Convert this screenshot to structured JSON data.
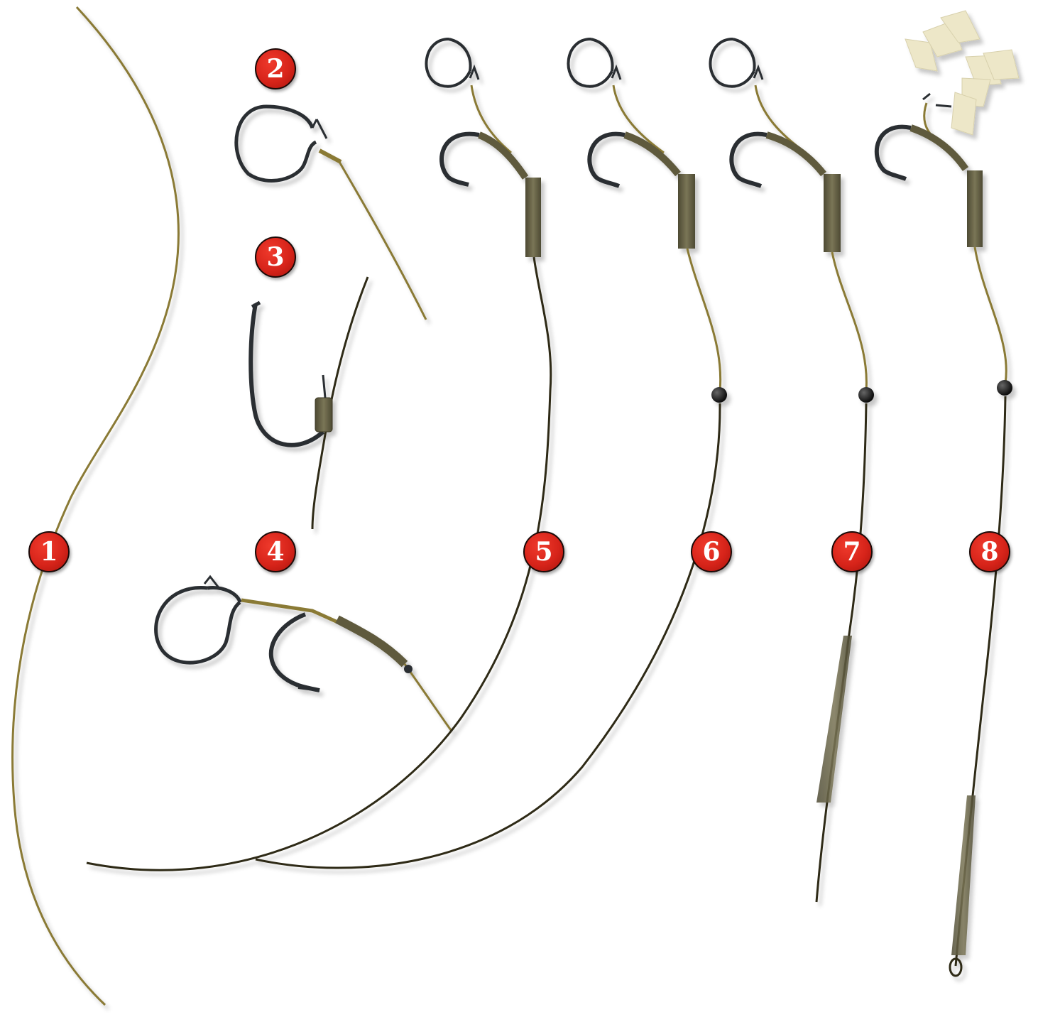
{
  "step_numbers": [
    "1",
    "2",
    "3",
    "4",
    "5",
    "6",
    "7",
    "8"
  ],
  "colors": {
    "badge_fill": "#d7241a",
    "badge_text": "#ffffff",
    "hooklink": "#8a7a35",
    "hook_metal": "#2b2f33",
    "shrink_tube": "#5f5a3c",
    "bead": "#111111",
    "tail_rubber": "#6d6a58",
    "pop_up_bait": "#ede7c8"
  },
  "icons": [
    "hair-rig-ring-icon",
    "hook-icon",
    "bead-icon",
    "tail-rubber-icon",
    "bait-icon"
  ]
}
